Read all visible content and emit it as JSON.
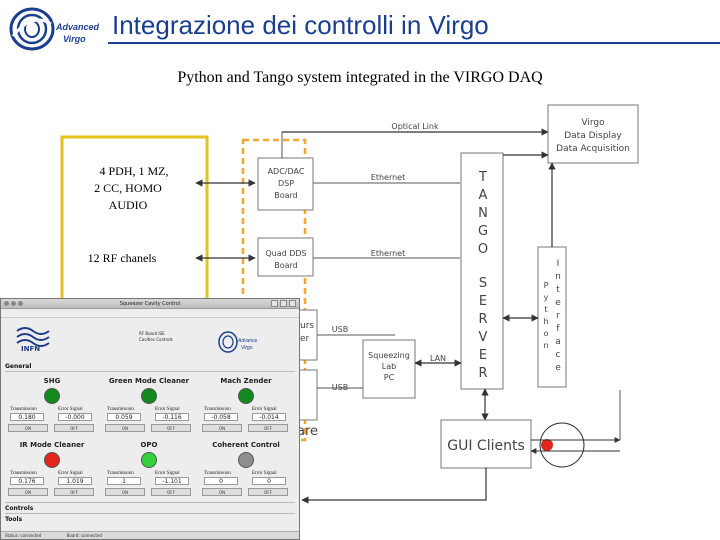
{
  "header": {
    "title": "Integrazione dei controlli in  Virgo",
    "logo_text_line1": "Advanced",
    "logo_text_line2": "Virgo"
  },
  "subtitle": "Python and Tango system integrated in the VIRGO DAQ",
  "diagram": {
    "left_group_label_1": "4 PDH, 1 MZ,",
    "left_group_label_2": "2 CC, HOMO",
    "left_group_label_3": "AUDIO",
    "left_group_label_rf": "12 RF chanels",
    "adc_board_line1": "ADC/DAC",
    "adc_board_line2": "DSP",
    "adc_board_line3": "Board",
    "dds_board_line1": "Quad DDS",
    "dds_board_line2": "Board",
    "partial_box_1_line1": "urs",
    "partial_box_1_line2": "er",
    "partial_box_3_text": "are",
    "link_optical": "Optical Link",
    "link_ethernet_1": "Ethernet",
    "link_ethernet_2": "Ethernet",
    "link_usb_1": "USB",
    "link_usb_2": "USB",
    "link_lan": "LAN",
    "virgo_box_line1": "Virgo",
    "virgo_box_line2": "Data Display",
    "virgo_box_line3": "Data Acquisition",
    "tango_server_letters": [
      "T",
      "A",
      "N",
      "G",
      "O",
      "",
      "S",
      "E",
      "R",
      "V",
      "E",
      "R"
    ],
    "python_letters": [
      "P",
      "y",
      "t",
      "h",
      "o",
      "n"
    ],
    "interface_letters": [
      "I",
      "n",
      "t",
      "e",
      "r",
      "f",
      "a",
      "c",
      "e"
    ],
    "squeezing_pc_line1": "Squeezing",
    "squeezing_pc_line2": "Lab",
    "squeezing_pc_line3": "PC",
    "gui_clients": "GUI Clients"
  },
  "gui_window": {
    "title": "Squeezer Cavity Control",
    "infn_label": "INFN",
    "board_text_1": "RF Board ISE",
    "board_text_2": "Cavities Controls",
    "general_label": "General",
    "controls_label": "Controls",
    "tools_label": "Tools",
    "status_left": "Status: connected",
    "status_mid": "Board: connected",
    "modules": [
      {
        "name": "SHG",
        "led": "#128a1e",
        "trans_label": "Transmission",
        "err_label": "Error Signal",
        "trans": "0.180",
        "err": "-0.000",
        "btn_on": "ON",
        "btn_off": "OFF"
      },
      {
        "name": "Green Mode Cleaner",
        "led": "#128a1e",
        "trans_label": "Transmission",
        "err_label": "Error Signal",
        "trans": "0.059",
        "err": "-0.116",
        "btn_on": "ON",
        "btn_off": "OFF"
      },
      {
        "name": "Mach Zender",
        "led": "#128a1e",
        "trans_label": "Transmission",
        "err_label": "Error Signal",
        "trans": "-0.058",
        "err": "-0.014",
        "btn_on": "ON",
        "btn_off": "OFF"
      },
      {
        "name": "IR Mode Cleaner",
        "led": "#e2261c",
        "trans_label": "Transmission",
        "err_label": "Error Signal",
        "trans": "0.176",
        "err": "1.019",
        "btn_on": "ON",
        "btn_off": "OFF"
      },
      {
        "name": "OPO",
        "led": "#35d13b",
        "trans_label": "Transmission",
        "err_label": "Error Signal",
        "trans": "1",
        "err": "-1.101",
        "btn_on": "ON",
        "btn_off": "OFF"
      },
      {
        "name": "Coherent Control",
        "led": "#8e8e8e",
        "trans_label": "Transmission",
        "err_label": "Error Signal",
        "trans": "0",
        "err": "0",
        "btn_on": "ON",
        "btn_off": "OFF"
      }
    ]
  },
  "colors": {
    "title_blue": "#1b3f8f",
    "yellow_border": "#e6c31b",
    "orange_dashed": "#f0a830",
    "line_gray": "#555555"
  }
}
